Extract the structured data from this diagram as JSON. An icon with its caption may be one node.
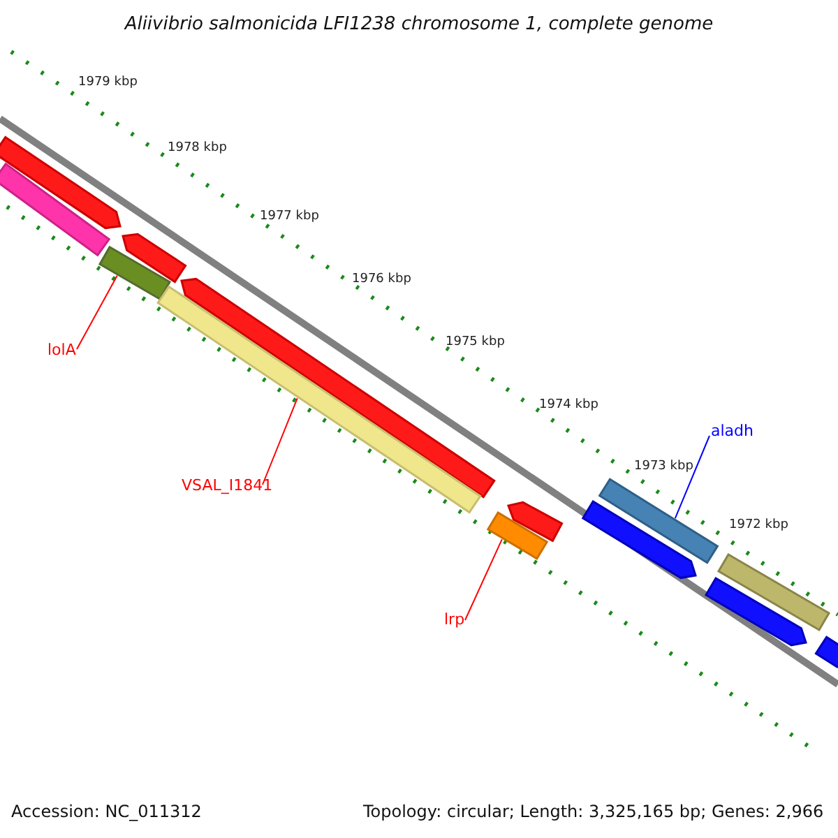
{
  "diagram": {
    "title": "Aliivibrio salmonicida LFI1238 chromosome 1, complete genome",
    "nodes": [
      {
        "text": [
          "lolA"
        ]
      },
      {
        "text": [],
        "shape": "bar"
      },
      {
        "text": [
          "VSAL_I1841"
        ]
      },
      {
        "text": [],
        "shape": "bar"
      },
      {
        "text": [
          "lrp"
        ]
      },
      {
        "text": [],
        "shape": "bar"
      },
      {
        "text": [
          "aladh"
        ]
      },
      {
        "text": [],
        "shape": "bar"
      }
    ],
    "edges": [
      {
        "from": 0,
        "to": 1,
        "arrow": "none",
        "color": "#ff0000"
      },
      {
        "from": 2,
        "to": 3,
        "arrow": "none",
        "color": "#ff0000"
      },
      {
        "from": 4,
        "to": 5,
        "arrow": "none",
        "color": "#ff0000"
      },
      {
        "from": 6,
        "to": 7,
        "arrow": "none",
        "color": "#0000ff"
      }
    ],
    "labels": [
      "1979 kbp",
      "1978 kbp",
      "1977 kbp",
      "1976 kbp",
      "1975 kbp",
      "1974 kbp",
      "1973 kbp",
      "1972 kbp",
      "Accession: NC_011312",
      "Topology: circular; Length: 3,325,165 bp; Genes: 2,966"
    ]
  }
}
